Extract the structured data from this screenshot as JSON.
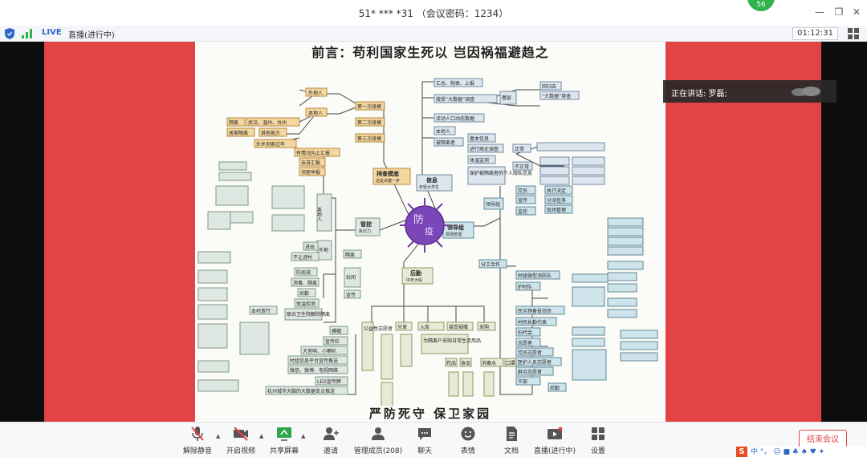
{
  "window": {
    "title": "51* *** *31 （会议密码：1234）",
    "badge": "56"
  },
  "status": {
    "live": "LIVE",
    "live_status": "直播(进行中)",
    "timer": "01:12:31"
  },
  "speaker": {
    "text": "正在讲话: 罗磊;"
  },
  "slide": {
    "title": "前言：苟利国家生死以 岂因祸福避趋之",
    "footer": "严防死守 保卫家园",
    "center": {
      "a": "防",
      "b": "疫"
    },
    "hubs": [
      {
        "label": "排查摸底",
        "sub": "这是关键一步"
      },
      {
        "label": "信息",
        "sub": "年轻大学生"
      },
      {
        "label": "管控",
        "sub": "执行力"
      },
      {
        "label": "领导组",
        "sub": "现场管理"
      },
      {
        "label": "后勤",
        "sub": "中年大妈"
      }
    ],
    "nodes_left": [
      "外地人",
      "本地人",
      "第一次排摸",
      "第二次排摸",
      "第三次排摸",
      "有情况向上汇报",
      "亲自汇报",
      "邻居举报",
      "隔离",
      "武汉、温州、台州",
      "居家隔离",
      "其他地方",
      "外乡到家过年",
      "本地人",
      "外地",
      "隔离",
      "封闭",
      "宣传",
      "进出",
      "不让进村",
      "防疫规",
      "消毒、隔离",
      "后勤",
      "体温检测",
      "联合卫生院解除隔离",
      "本村放行",
      "横幅",
      "宣传栏",
      "大音响、小喇叭",
      "村组信息平台宣传推送",
      "微信、微博、电视网络",
      "LED宣传牌",
      "杭州城市大脑的大数据支点推送"
    ],
    "nodes_right": [
      "汇总、制表、上报",
      "接受“大数据”调查",
      "基层",
      "回归去",
      "“大数据”排查",
      "流动人口动态数据",
      "本地人",
      "被隔离者",
      "基本信息",
      "进行病史调查",
      "体温监测",
      "保护被隔离者的个人隐私信息",
      "正常",
      "不正常",
      "领导组",
      "党员",
      "宣传",
      "监控",
      "执行决定",
      "分派任务",
      "现场管理",
      "分工合作",
      "村级微型消防队",
      "护村队",
      "民兵预备役动员",
      "村民执勤代表",
      "妇代会",
      "志愿者",
      "党员志愿者",
      "医护人员志愿者",
      "群众志愿者",
      "后勤",
      "干部"
    ],
    "nodes_bottom": [
      "公益性志愿者",
      "分发",
      "入库",
      "接受捐赠",
      "采购",
      "为隔离户采购日常生活用品",
      "药品",
      "食品",
      "消毒水",
      "口罩"
    ]
  },
  "toolbar": {
    "mute": "解除静音",
    "video": "开启视频",
    "share": "共享屏幕",
    "invite": "邀请",
    "members": "管理成员(208)",
    "chat": "聊天",
    "emoji": "表情",
    "docs": "文档",
    "live": "直播(进行中)",
    "settings": "设置",
    "end": "结束会议"
  },
  "ime": {
    "logo": "S",
    "text": "中 °， ☺ ■ ♣ ♠ ♥ ✦"
  }
}
